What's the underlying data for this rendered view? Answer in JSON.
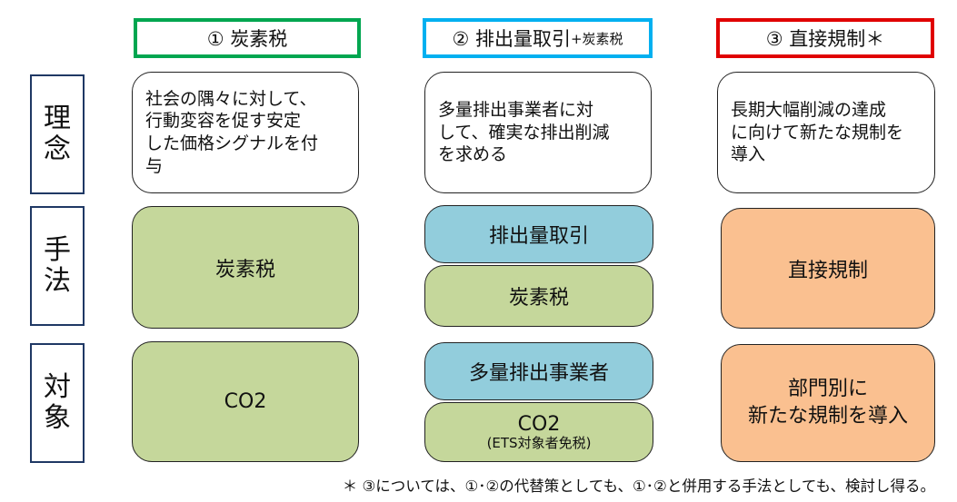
{
  "headers": [
    {
      "label": "① 炭素税",
      "small": "",
      "border_color": "#00a650"
    },
    {
      "label": "② 排出量取引",
      "small": "+炭素税",
      "border_color": "#00b0f0"
    },
    {
      "label": "③ 直接規制＊",
      "small": "",
      "border_color": "#e00000"
    }
  ],
  "rows": {
    "concept": {
      "chars": [
        "理",
        "念"
      ]
    },
    "method": {
      "chars": [
        "手",
        "法"
      ]
    },
    "target": {
      "chars": [
        "対",
        "象"
      ]
    }
  },
  "concept": {
    "col1": [
      "社会の隅々に対して、",
      "行動変容を促す安定",
      "した価格シグナルを付",
      "与"
    ],
    "col2": [
      "多量排出事業者に対",
      "して、確実な排出削減",
      "を求める"
    ],
    "col3": [
      "長期大幅削減の達成",
      "に向けて新たな規制を",
      "導入"
    ]
  },
  "method": {
    "col1": "炭素税",
    "col2_top": "排出量取引",
    "col2_bottom": "炭素税",
    "col3": "直接規制"
  },
  "target": {
    "col1": "CO2",
    "col2_top": "多量排出事業者",
    "col2_bottom_main": "CO2",
    "col2_bottom_sub": "(ETS対象者免税)",
    "col3": [
      "部門別に",
      "新たな規制を導入"
    ]
  },
  "footnote": "＊ ③については、①･②の代替策としても、①･②と併用する手法としても、検討し得る。",
  "colors": {
    "green": "#c5d79b",
    "blue": "#92cddc",
    "orange": "#fac090",
    "label_border": "#1f3864"
  }
}
